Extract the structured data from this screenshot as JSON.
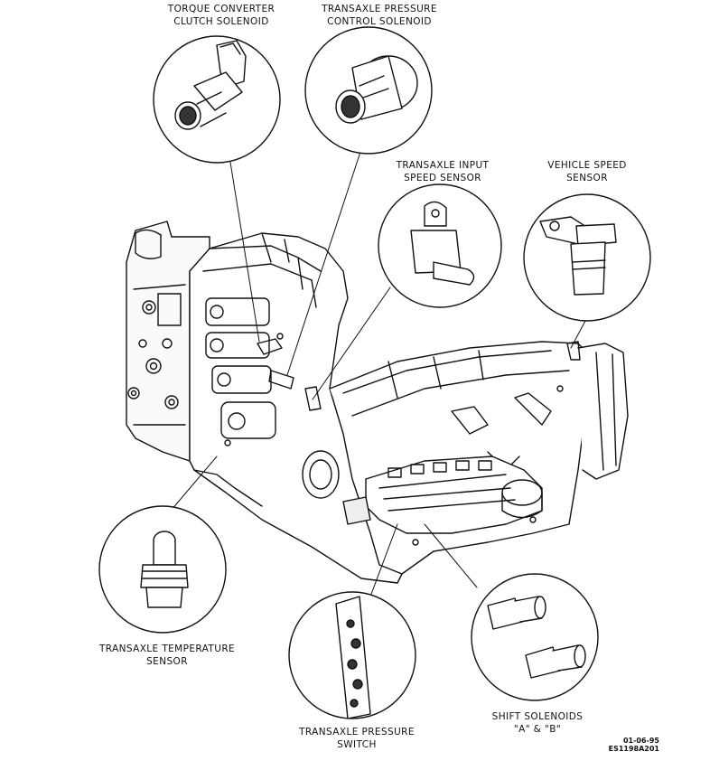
{
  "labels": {
    "torque_converter_line1": "TORQUE CONVERTER",
    "torque_converter_line2": "CLUTCH SOLENOID",
    "pressure_control_line1": "TRANSAXLE PRESSURE",
    "pressure_control_line2": "CONTROL SOLENOID",
    "input_speed_line1": "TRANSAXLE INPUT",
    "input_speed_line2": "SPEED SENSOR",
    "vehicle_speed_line1": "VEHICLE SPEED",
    "vehicle_speed_line2": "SENSOR",
    "temperature_line1": "TRANSAXLE TEMPERATURE",
    "temperature_line2": "SENSOR",
    "pressure_switch_line1": "TRANSAXLE PRESSURE",
    "pressure_switch_line2": "SWITCH",
    "shift_solenoids_line1": "SHIFT SOLENOIDS",
    "shift_solenoids_line2": "\"A\" & \"B\""
  },
  "drawing_code": {
    "date": "01-06-95",
    "id": "ES1198A201"
  }
}
